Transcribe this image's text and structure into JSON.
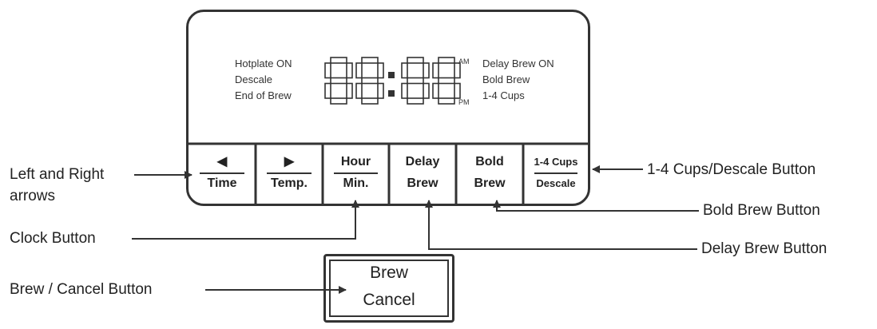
{
  "display": {
    "digits": "88:88",
    "am": "AM",
    "pm": "PM",
    "left_indicators": [
      "Hotplate ON",
      "Descale",
      "End of Brew"
    ],
    "right_indicators": [
      "Delay Brew ON",
      "Bold Brew",
      "1-4 Cups"
    ]
  },
  "buttons": [
    {
      "top": "◀",
      "bottom": "Time"
    },
    {
      "top": "▶",
      "bottom": "Temp."
    },
    {
      "top": "Hour",
      "bottom": "Min."
    },
    {
      "top": "Delay",
      "bottom": "Brew"
    },
    {
      "top": "Bold",
      "bottom": "Brew"
    },
    {
      "top": "1-4 Cups",
      "bottom": "Descale"
    }
  ],
  "brew_button": {
    "top": "Brew",
    "bottom": "Cancel"
  },
  "callouts": {
    "arrows": "Left and Right\narrows",
    "arrows_line1": "Left and Right",
    "arrows_line2": "arrows",
    "cups": "1-4 Cups/Descale Button",
    "bold": "Bold Brew Button",
    "clock": "Clock Button",
    "delay": "Delay Brew Button",
    "brew_cancel": "Brew / Cancel Button"
  },
  "colors": {
    "line": "#333333",
    "text": "#222222",
    "background": "#ffffff"
  }
}
